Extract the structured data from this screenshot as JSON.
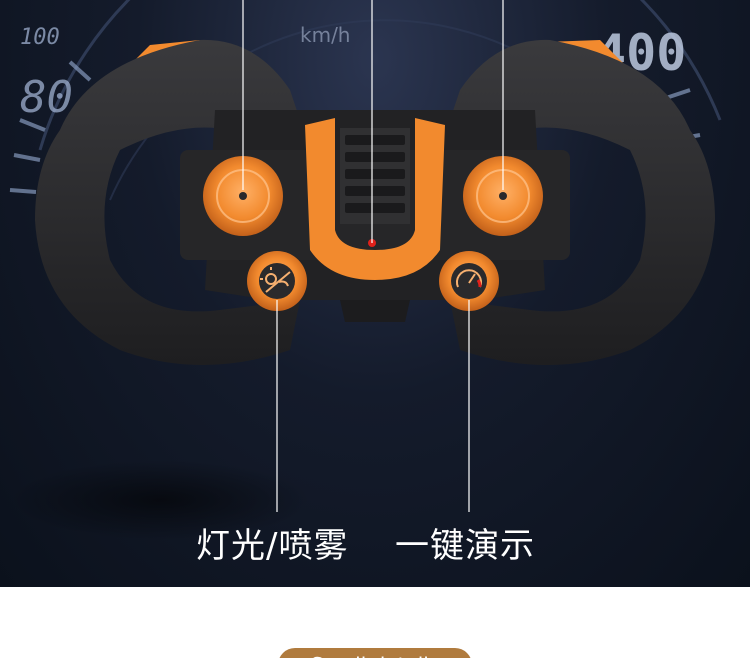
{
  "gauge": {
    "speed_unit": "km/h",
    "mark_100": "100",
    "mark_80": "80",
    "mark_400": "400"
  },
  "callouts": {
    "left": "灯光/喷雾",
    "right": "一键演示"
  },
  "footer": {
    "pill_label": "Small details"
  },
  "colors": {
    "accent_orange": "#f28a2e",
    "body_black": "#2a2a2c",
    "background_dark": "#0b111c",
    "pill_brown": "#b07b3e"
  },
  "icons": {
    "left_button": "light-spray-icon",
    "right_button": "demo-speedometer-icon"
  }
}
